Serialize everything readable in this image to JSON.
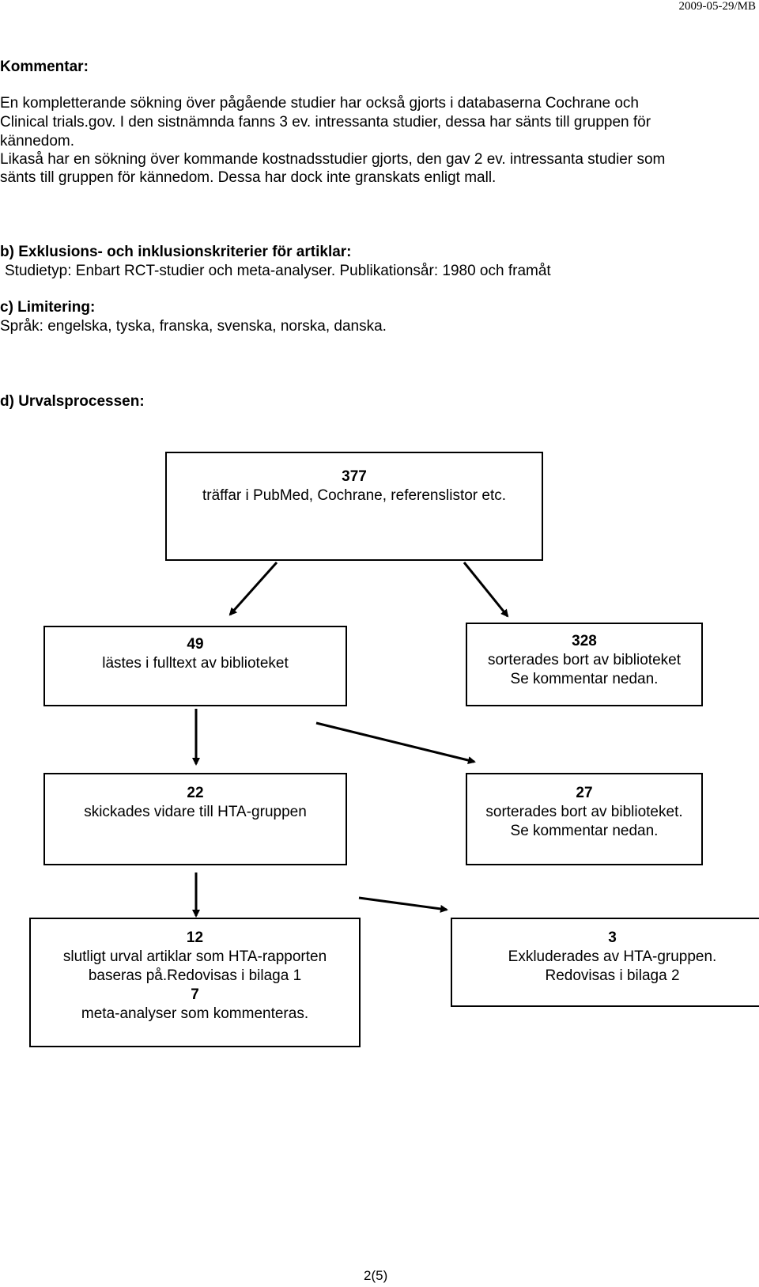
{
  "header": {
    "date_sig": "2009-05-29/MB"
  },
  "comment": {
    "heading": "Kommentar:",
    "lines": [
      "En kompletterande sökning över pågående studier har också gjorts i databaserna Cochrane och",
      "Clinical trials.gov. I den sistnämnda fanns 3 ev. intressanta studier, dessa har sänts till gruppen för",
      "kännedom.",
      "Likaså har en sökning över kommande kostnadsstudier gjorts, den gav 2 ev. intressanta studier som",
      "sänts till gruppen för kännedom. Dessa har dock inte granskats enligt mall."
    ]
  },
  "criteria": {
    "heading": "b) Exklusions- och inklusionskriterier för artiklar:",
    "text": "Studietyp: Enbart RCT-studier och meta-analyser. Publikationsår: 1980 och framåt"
  },
  "limitation": {
    "heading": "c) Limitering:",
    "text": "Språk: engelska, tyska, franska, svenska, norska, danska."
  },
  "selection": {
    "heading": "d) Urvalsprocessen:"
  },
  "flow": {
    "top": {
      "num": "377",
      "line1": "träffar i PubMed, Cochrane, referenslistor etc."
    },
    "read": {
      "num": "49",
      "line1": "lästes i fulltext av biblioteket"
    },
    "sorted1": {
      "num": "328",
      "line1": "sorterades bort av biblioteket",
      "line2": "Se kommentar nedan."
    },
    "sent": {
      "num": "22",
      "line1": "skickades vidare till HTA-gruppen"
    },
    "sorted2": {
      "num": "27",
      "line1": "sorterades bort av biblioteket.",
      "line2": "Se kommentar nedan."
    },
    "final": {
      "num": "12",
      "line1": "slutligt urval artiklar som HTA-rapporten",
      "line2": "baseras på.Redovisas i bilaga 1",
      "num2": "7",
      "line3": "meta-analyser som kommenteras."
    },
    "excluded": {
      "num": "3",
      "line1": "Exkluderades av HTA-gruppen.",
      "line2": "Redovisas i bilaga 2"
    }
  },
  "footer": {
    "page": "2(5)"
  }
}
